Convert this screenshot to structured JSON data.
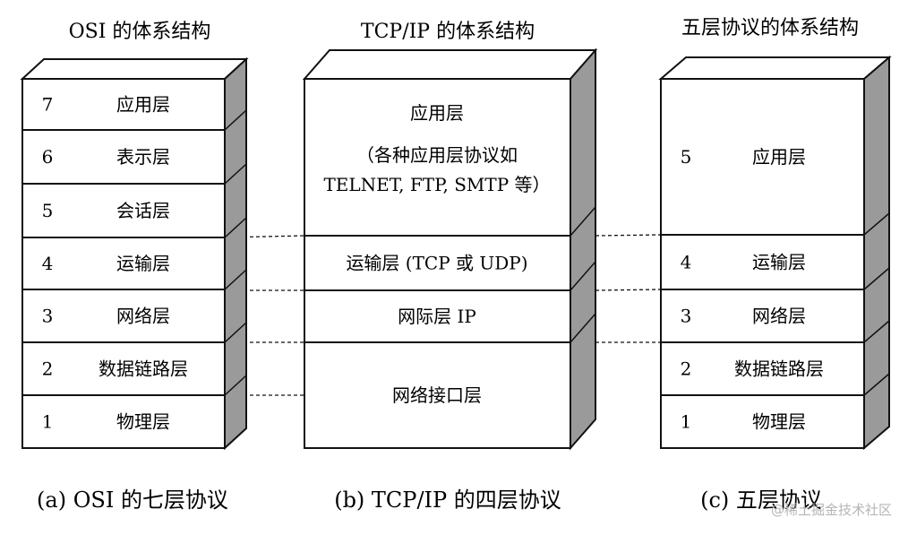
{
  "titles": {
    "osi": "OSI 的体系结构",
    "tcpip": "TCP/IP 的体系结构",
    "five": "五层协议的体系结构"
  },
  "osi": {
    "layers": [
      {
        "num": "7",
        "label": "应用层"
      },
      {
        "num": "6",
        "label": "表示层"
      },
      {
        "num": "5",
        "label": "会话层"
      },
      {
        "num": "4",
        "label": "运输层"
      },
      {
        "num": "3",
        "label": "网络层"
      },
      {
        "num": "2",
        "label": "数据链路层"
      },
      {
        "num": "1",
        "label": "物理层"
      }
    ]
  },
  "tcpip": {
    "layers": [
      {
        "lines": [
          "应用层",
          "（各种应用层协议如",
          "TELNET, FTP, SMTP 等）"
        ]
      },
      {
        "lines": [
          "运输层 (TCP 或 UDP)"
        ]
      },
      {
        "lines": [
          "网际层 IP"
        ]
      },
      {
        "lines": [
          "网络接口层"
        ]
      }
    ]
  },
  "five": {
    "layers": [
      {
        "num": "5",
        "label": "应用层"
      },
      {
        "num": "4",
        "label": "运输层"
      },
      {
        "num": "3",
        "label": "网络层"
      },
      {
        "num": "2",
        "label": "数据链路层"
      },
      {
        "num": "1",
        "label": "物理层"
      }
    ]
  },
  "captions": {
    "osi": "(a) OSI 的七层协议",
    "tcpip": "(b) TCP/IP 的四层协议",
    "five": "(c) 五层协议"
  },
  "watermark": "@稀土掘金技术社区",
  "colors": {
    "side_face": "#9a9a9a",
    "top_face": "#ffffff",
    "stroke": "#111111"
  }
}
